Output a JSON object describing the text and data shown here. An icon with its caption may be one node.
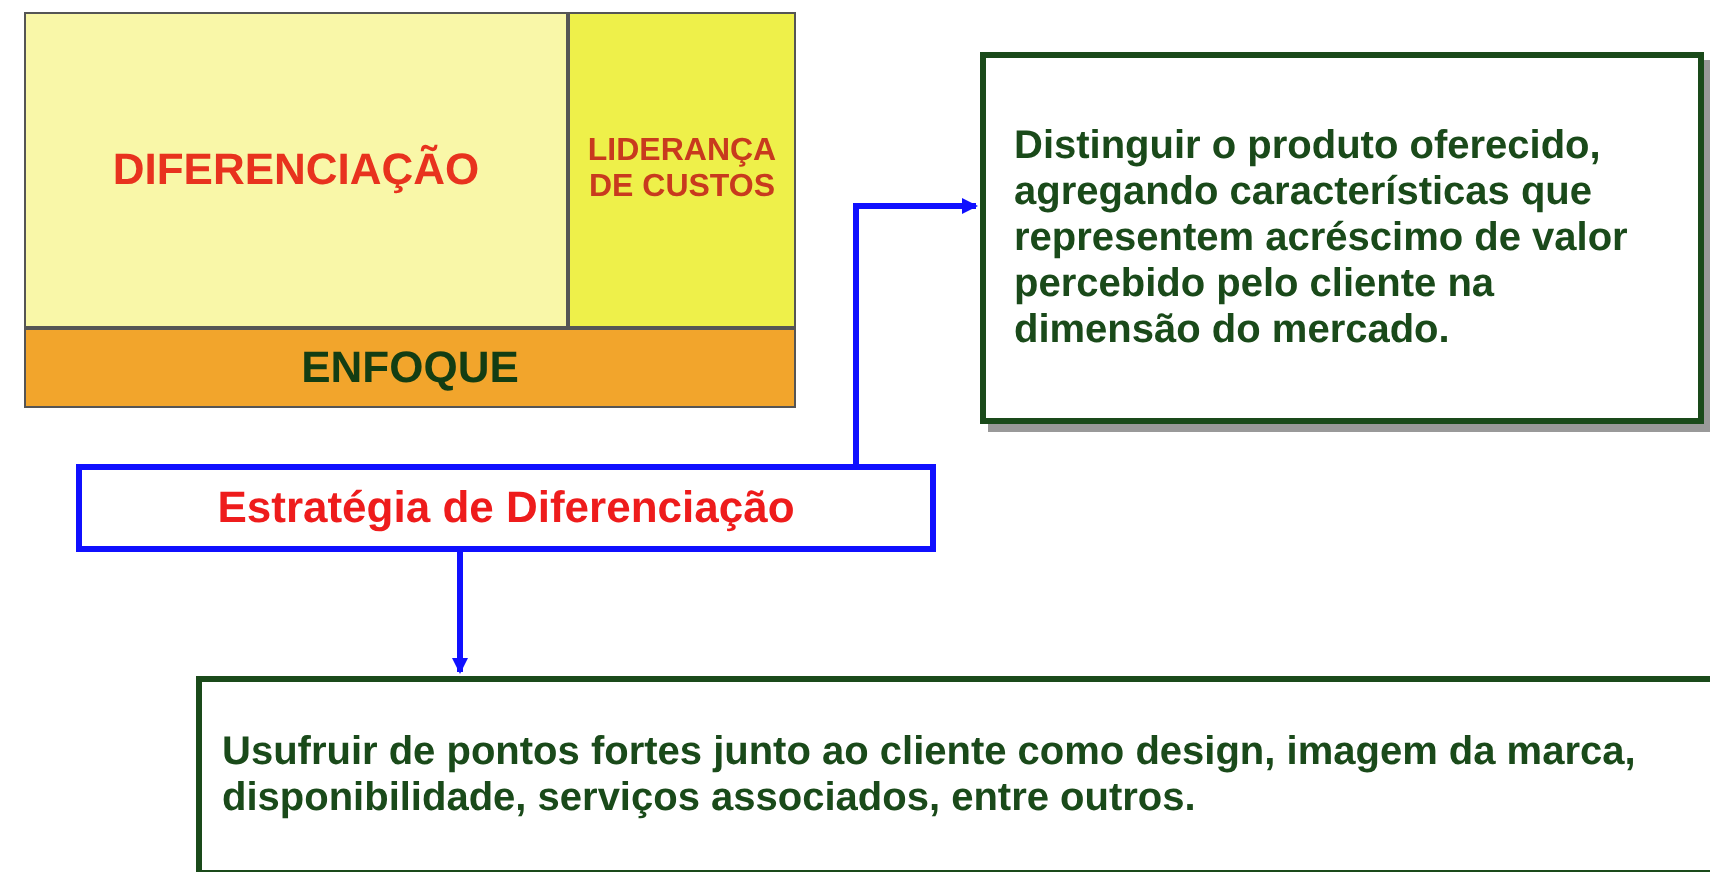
{
  "diagram": {
    "nodes": [
      {
        "text": [
          "DIFERENCIAÇÃO"
        ]
      },
      {
        "text": [
          "LIDERANÇA DE CUSTOS"
        ]
      },
      {
        "text": [
          "ENFOQUE"
        ]
      },
      {
        "text": [
          "Distinguir o produto oferecido, agregando características que representem acréscimo de valor percebido pelo cliente na dimensão do mercado."
        ]
      },
      {
        "text": [
          "Estratégia de Diferenciação"
        ]
      },
      {
        "text": [
          "Usufruir de pontos fortes junto ao cliente como design, imagem da marca, disponibilidade, serviços associados, entre outros."
        ]
      }
    ],
    "edges": [
      {
        "from": 4,
        "to": 3,
        "arrow": "to"
      },
      {
        "from": 4,
        "to": 5,
        "arrow": "to"
      }
    ]
  }
}
